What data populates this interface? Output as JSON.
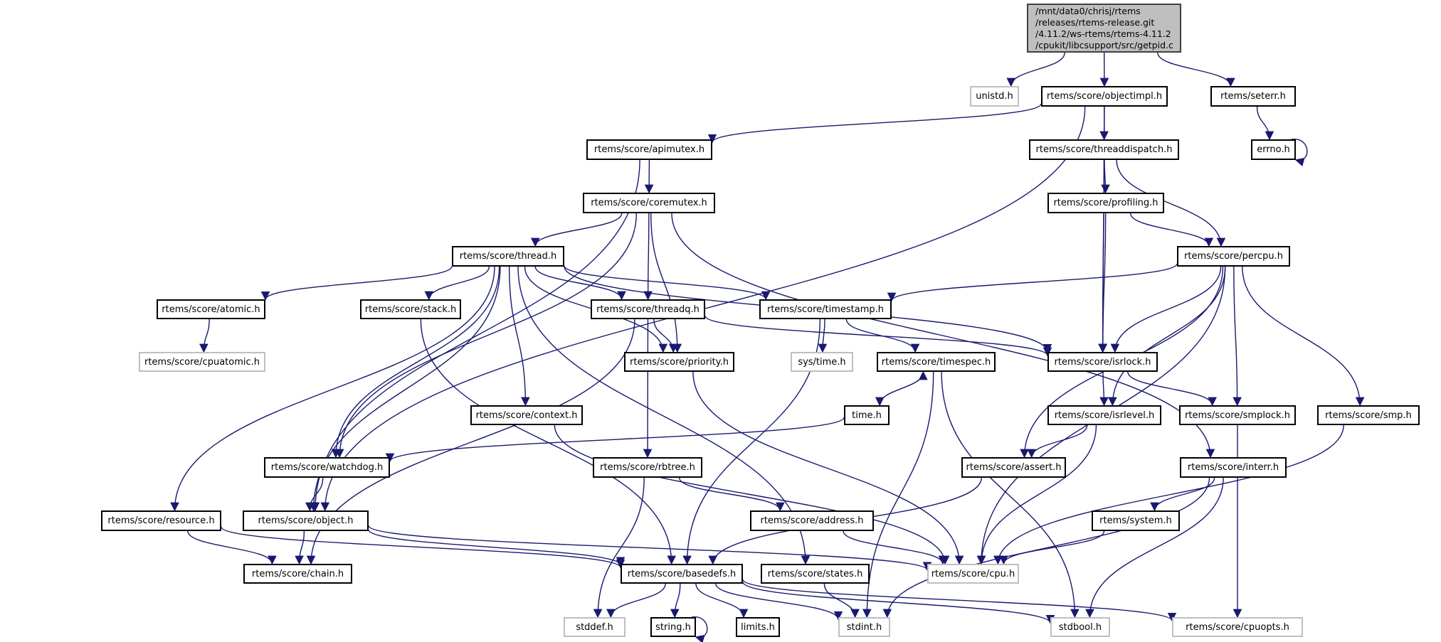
{
  "diagram": {
    "type": "include-dependency-graph",
    "edge_color": "#191970",
    "root": {
      "id": "root",
      "lines": [
        "/mnt/data0/chrisj/rtems",
        "/releases/rtems-release.git",
        "/4.11.2/ws-rtems/rtems-4.11.2",
        "/cpukit/libcsupport/src/getpid.c"
      ]
    },
    "nodes": [
      {
        "id": "unistd",
        "label": "unistd.h",
        "external": true
      },
      {
        "id": "objectimpl",
        "label": "rtems/score/objectimpl.h",
        "external": false
      },
      {
        "id": "seterr",
        "label": "rtems/seterr.h",
        "external": false
      },
      {
        "id": "errno",
        "label": "errno.h",
        "external": false
      },
      {
        "id": "apimutex",
        "label": "rtems/score/apimutex.h",
        "external": false
      },
      {
        "id": "threaddispatch",
        "label": "rtems/score/threaddispatch.h",
        "external": false
      },
      {
        "id": "coremutex",
        "label": "rtems/score/coremutex.h",
        "external": false
      },
      {
        "id": "profiling",
        "label": "rtems/score/profiling.h",
        "external": false
      },
      {
        "id": "thread",
        "label": "rtems/score/thread.h",
        "external": false
      },
      {
        "id": "percpu",
        "label": "rtems/score/percpu.h",
        "external": false
      },
      {
        "id": "atomic",
        "label": "rtems/score/atomic.h",
        "external": false
      },
      {
        "id": "stack",
        "label": "rtems/score/stack.h",
        "external": false
      },
      {
        "id": "threadq",
        "label": "rtems/score/threadq.h",
        "external": false
      },
      {
        "id": "timestamp",
        "label": "rtems/score/timestamp.h",
        "external": false
      },
      {
        "id": "cpuatomic",
        "label": "rtems/score/cpuatomic.h",
        "external": true
      },
      {
        "id": "priority",
        "label": "rtems/score/priority.h",
        "external": false
      },
      {
        "id": "systime",
        "label": "sys/time.h",
        "external": true
      },
      {
        "id": "timespec",
        "label": "rtems/score/timespec.h",
        "external": false
      },
      {
        "id": "isrlock",
        "label": "rtems/score/isrlock.h",
        "external": false
      },
      {
        "id": "context",
        "label": "rtems/score/context.h",
        "external": false
      },
      {
        "id": "time",
        "label": "time.h",
        "external": false
      },
      {
        "id": "isrlevel",
        "label": "rtems/score/isrlevel.h",
        "external": false
      },
      {
        "id": "smplock",
        "label": "rtems/score/smplock.h",
        "external": false
      },
      {
        "id": "smp",
        "label": "rtems/score/smp.h",
        "external": false
      },
      {
        "id": "watchdog",
        "label": "rtems/score/watchdog.h",
        "external": false
      },
      {
        "id": "rbtree",
        "label": "rtems/score/rbtree.h",
        "external": false
      },
      {
        "id": "assert",
        "label": "rtems/score/assert.h",
        "external": false
      },
      {
        "id": "interr",
        "label": "rtems/score/interr.h",
        "external": false
      },
      {
        "id": "resource",
        "label": "rtems/score/resource.h",
        "external": false
      },
      {
        "id": "object",
        "label": "rtems/score/object.h",
        "external": false
      },
      {
        "id": "address",
        "label": "rtems/score/address.h",
        "external": false
      },
      {
        "id": "system",
        "label": "rtems/system.h",
        "external": false
      },
      {
        "id": "chain",
        "label": "rtems/score/chain.h",
        "external": false
      },
      {
        "id": "basedefs",
        "label": "rtems/score/basedefs.h",
        "external": false
      },
      {
        "id": "states",
        "label": "rtems/score/states.h",
        "external": false
      },
      {
        "id": "cpu",
        "label": "rtems/score/cpu.h",
        "external": true
      },
      {
        "id": "stddef",
        "label": "stddef.h",
        "external": true
      },
      {
        "id": "string",
        "label": "string.h",
        "external": false
      },
      {
        "id": "limits",
        "label": "limits.h",
        "external": false
      },
      {
        "id": "stdint",
        "label": "stdint.h",
        "external": true
      },
      {
        "id": "stdbool",
        "label": "stdbool.h",
        "external": true
      },
      {
        "id": "cpuopts",
        "label": "rtems/score/cpuopts.h",
        "external": true
      }
    ],
    "edges": [
      [
        "root",
        "unistd"
      ],
      [
        "root",
        "objectimpl"
      ],
      [
        "root",
        "seterr"
      ],
      [
        "seterr",
        "errno"
      ],
      [
        "errno",
        "errno"
      ],
      [
        "objectimpl",
        "apimutex"
      ],
      [
        "objectimpl",
        "threaddispatch"
      ],
      [
        "objectimpl",
        "object"
      ],
      [
        "objectimpl",
        "isrlock"
      ],
      [
        "apimutex",
        "coremutex"
      ],
      [
        "apimutex",
        "object"
      ],
      [
        "threaddispatch",
        "profiling"
      ],
      [
        "threaddispatch",
        "percpu"
      ],
      [
        "threaddispatch",
        "isrlock"
      ],
      [
        "profiling",
        "percpu"
      ],
      [
        "profiling",
        "isrlock"
      ],
      [
        "coremutex",
        "thread"
      ],
      [
        "coremutex",
        "threadq"
      ],
      [
        "coremutex",
        "priority"
      ],
      [
        "coremutex",
        "watchdog"
      ],
      [
        "coremutex",
        "interr"
      ],
      [
        "thread",
        "atomic"
      ],
      [
        "thread",
        "stack"
      ],
      [
        "thread",
        "threadq"
      ],
      [
        "thread",
        "timestamp"
      ],
      [
        "thread",
        "priority"
      ],
      [
        "thread",
        "context"
      ],
      [
        "thread",
        "watchdog"
      ],
      [
        "thread",
        "object"
      ],
      [
        "thread",
        "resource"
      ],
      [
        "thread",
        "states"
      ],
      [
        "thread",
        "isrlock"
      ],
      [
        "percpu",
        "timestamp"
      ],
      [
        "percpu",
        "isrlock"
      ],
      [
        "percpu",
        "isrlevel"
      ],
      [
        "percpu",
        "smplock"
      ],
      [
        "percpu",
        "smp"
      ],
      [
        "percpu",
        "assert"
      ],
      [
        "percpu",
        "cpu"
      ],
      [
        "atomic",
        "cpuatomic"
      ],
      [
        "stack",
        "basedefs"
      ],
      [
        "threadq",
        "priority"
      ],
      [
        "threadq",
        "rbtree"
      ],
      [
        "threadq",
        "chain"
      ],
      [
        "threadq",
        "isrlock"
      ],
      [
        "timestamp",
        "systime"
      ],
      [
        "timestamp",
        "timespec"
      ],
      [
        "timestamp",
        "basedefs"
      ],
      [
        "priority",
        "cpu"
      ],
      [
        "timespec",
        "time"
      ],
      [
        "timespec",
        "stdint"
      ],
      [
        "timespec",
        "stdbool"
      ],
      [
        "time",
        "timespec"
      ],
      [
        "time",
        "watchdog"
      ],
      [
        "isrlock",
        "isrlevel"
      ],
      [
        "isrlock",
        "smplock"
      ],
      [
        "context",
        "cpu"
      ],
      [
        "isrlevel",
        "assert"
      ],
      [
        "isrlevel",
        "cpu"
      ],
      [
        "smplock",
        "cpuopts"
      ],
      [
        "smp",
        "cpu"
      ],
      [
        "watchdog",
        "object"
      ],
      [
        "rbtree",
        "address"
      ],
      [
        "rbtree",
        "stddef"
      ],
      [
        "assert",
        "basedefs"
      ],
      [
        "interr",
        "system"
      ],
      [
        "interr",
        "stdint"
      ],
      [
        "interr",
        "stdbool"
      ],
      [
        "resource",
        "chain"
      ],
      [
        "resource",
        "basedefs"
      ],
      [
        "object",
        "chain"
      ],
      [
        "object",
        "basedefs"
      ],
      [
        "object",
        "cpu"
      ],
      [
        "address",
        "cpu"
      ],
      [
        "system",
        "cpu"
      ],
      [
        "basedefs",
        "stddef"
      ],
      [
        "basedefs",
        "string"
      ],
      [
        "basedefs",
        "limits"
      ],
      [
        "basedefs",
        "stdint"
      ],
      [
        "basedefs",
        "stdbool"
      ],
      [
        "basedefs",
        "cpuopts"
      ],
      [
        "states",
        "stdint"
      ],
      [
        "string",
        "string"
      ]
    ]
  }
}
